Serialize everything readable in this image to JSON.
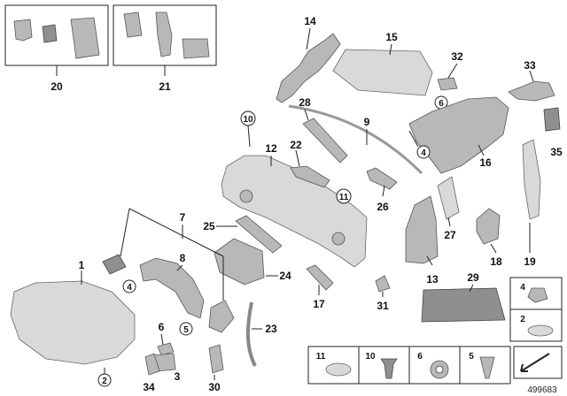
{
  "diagram": {
    "labels": {
      "p1": "1",
      "p2": "2",
      "p3": "3",
      "p4": "4",
      "p5": "5",
      "p6": "6",
      "p7": "7",
      "p8": "8",
      "p9": "9",
      "p10": "10",
      "p11": "11",
      "p12": "12",
      "p13": "13",
      "p14": "14",
      "p15": "15",
      "p16": "16",
      "p17": "17",
      "p18": "18",
      "p19": "19",
      "p20": "20",
      "p21": "21",
      "p22": "22",
      "p23": "23",
      "p24": "24",
      "p25": "25",
      "p26": "26",
      "p27": "27",
      "p28": "28",
      "p29": "29",
      "p30": "30",
      "p31": "31",
      "p32": "32",
      "p33": "33",
      "p34": "34",
      "p35": "35"
    },
    "circled": {
      "c10": "10",
      "c11": "11",
      "c4a": "4",
      "c4b": "4",
      "c5": "5",
      "c6": "6",
      "c2": "2"
    },
    "legend": {
      "side": [
        "4",
        "2"
      ],
      "bottom": [
        "11",
        "10",
        "6",
        "5"
      ]
    },
    "diagram_id": "499683"
  }
}
